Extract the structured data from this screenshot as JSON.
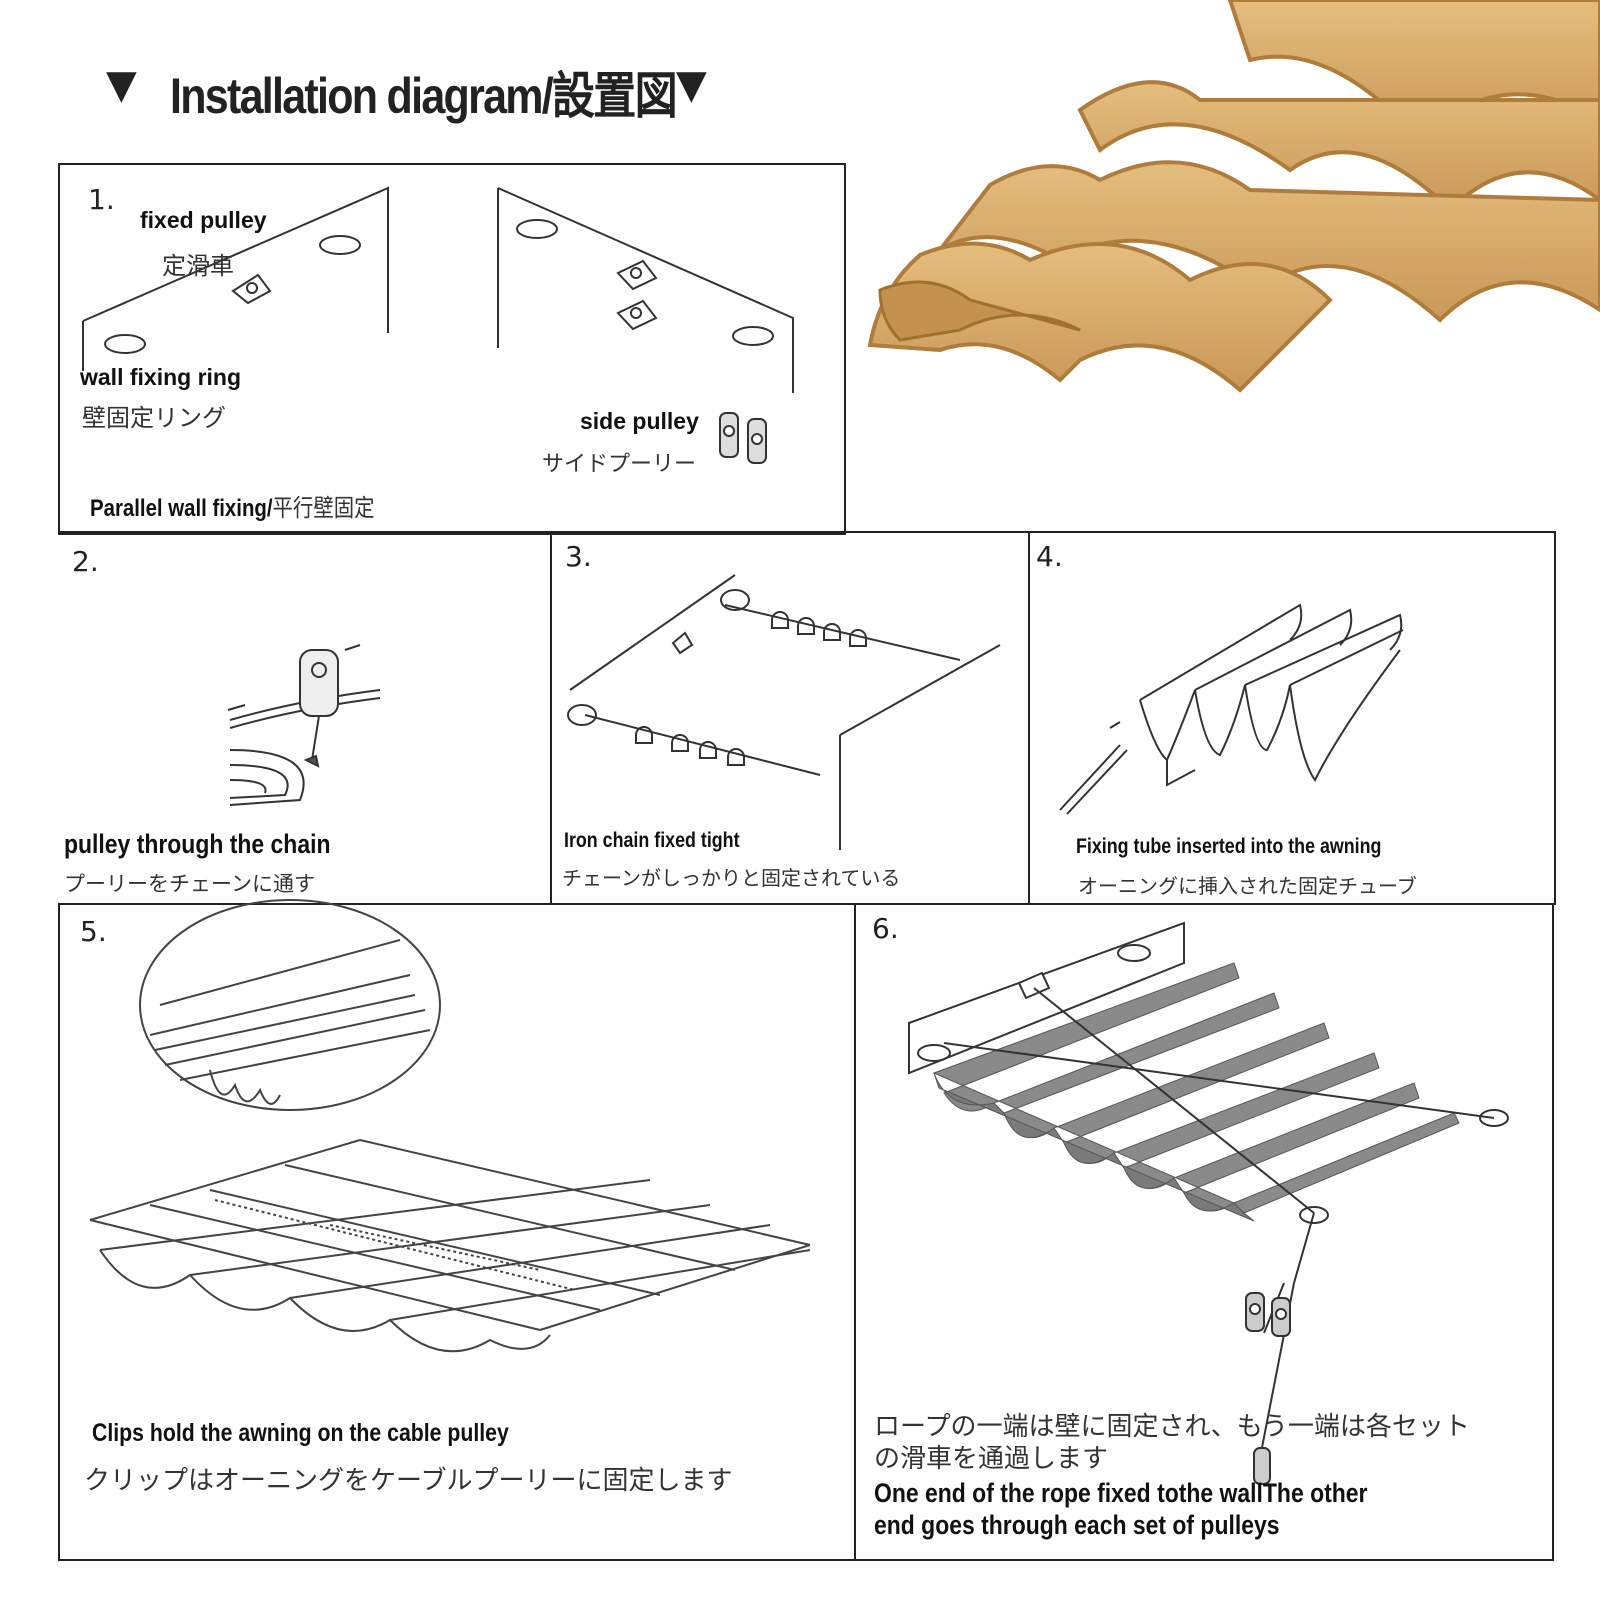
{
  "title": {
    "marker": "▼",
    "text": "Installation diagram/設置図"
  },
  "steps": {
    "s1": {
      "num": "1.",
      "fixed_pulley_en": "fixed pulley",
      "fixed_pulley_jp": "定滑車",
      "wall_ring_en": "wall fixing ring",
      "wall_ring_jp": "壁固定リング",
      "side_pulley_en": "side pulley",
      "side_pulley_jp": "サイドプーリー",
      "caption_en": "Parallel wall fixing/",
      "caption_jp": "平行壁固定"
    },
    "s2": {
      "num": "2.",
      "caption_en": "pulley through the chain",
      "caption_jp": "プーリーをチェーンに通す"
    },
    "s3": {
      "num": "3.",
      "caption_en": "Iron chain fixed tight",
      "caption_jp": "チェーンがしっかりと固定されている"
    },
    "s4": {
      "num": "4.",
      "caption_en": "Fixing tube inserted into the awning",
      "caption_jp": "オーニングに挿入された固定チューブ"
    },
    "s5": {
      "num": "5.",
      "caption_en": "Clips hold the awning on the cable pulley",
      "caption_jp": "クリップはオーニングをケーブルプーリーに固定します"
    },
    "s6": {
      "num": "6.",
      "caption_jp_1": "ロープの一端は壁に固定され、もう一端は各セット",
      "caption_jp_2": "の滑車を通過します",
      "caption_en_1": "One end of the rope fixed tothe wallThe other",
      "caption_en_2": "end goes through each set of pulleys"
    }
  },
  "colors": {
    "awning_tan": "#d8ac6a",
    "awning_edge": "#b07c3c",
    "awning_grey": "#8a8a8a",
    "line": "#333333"
  }
}
